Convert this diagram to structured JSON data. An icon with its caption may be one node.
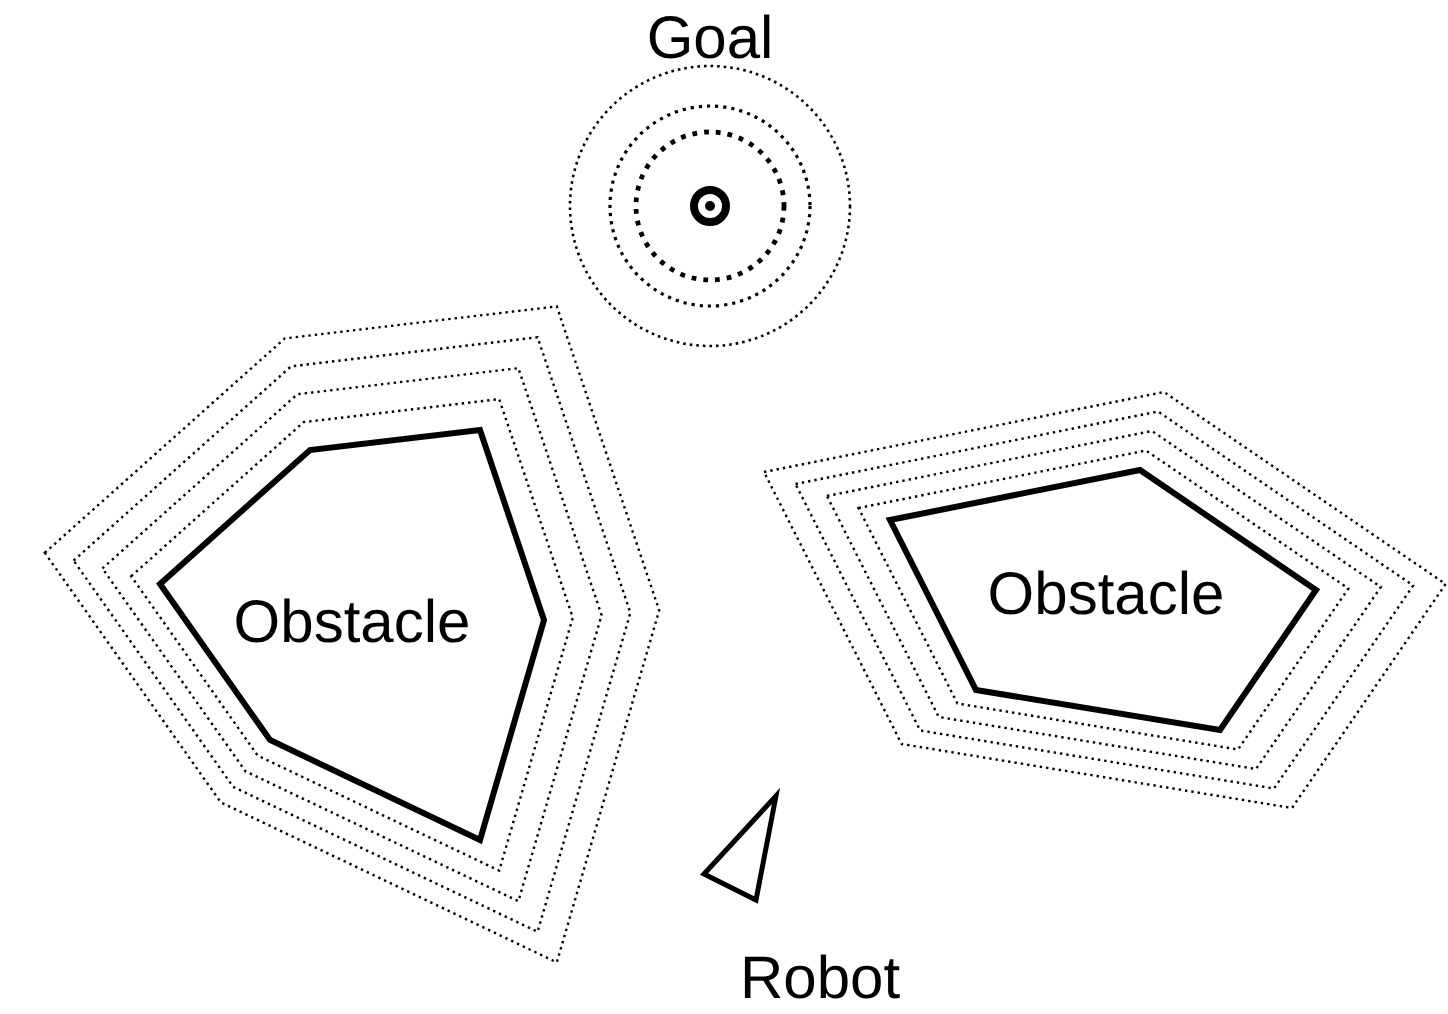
{
  "diagram": {
    "nodes": [
      {
        "text": [
          "Goal"
        ]
      },
      {
        "text": [
          "Obstacle"
        ]
      },
      {
        "text": [
          "Obstacle"
        ]
      },
      {
        "text": [
          "Robot"
        ]
      }
    ]
  }
}
